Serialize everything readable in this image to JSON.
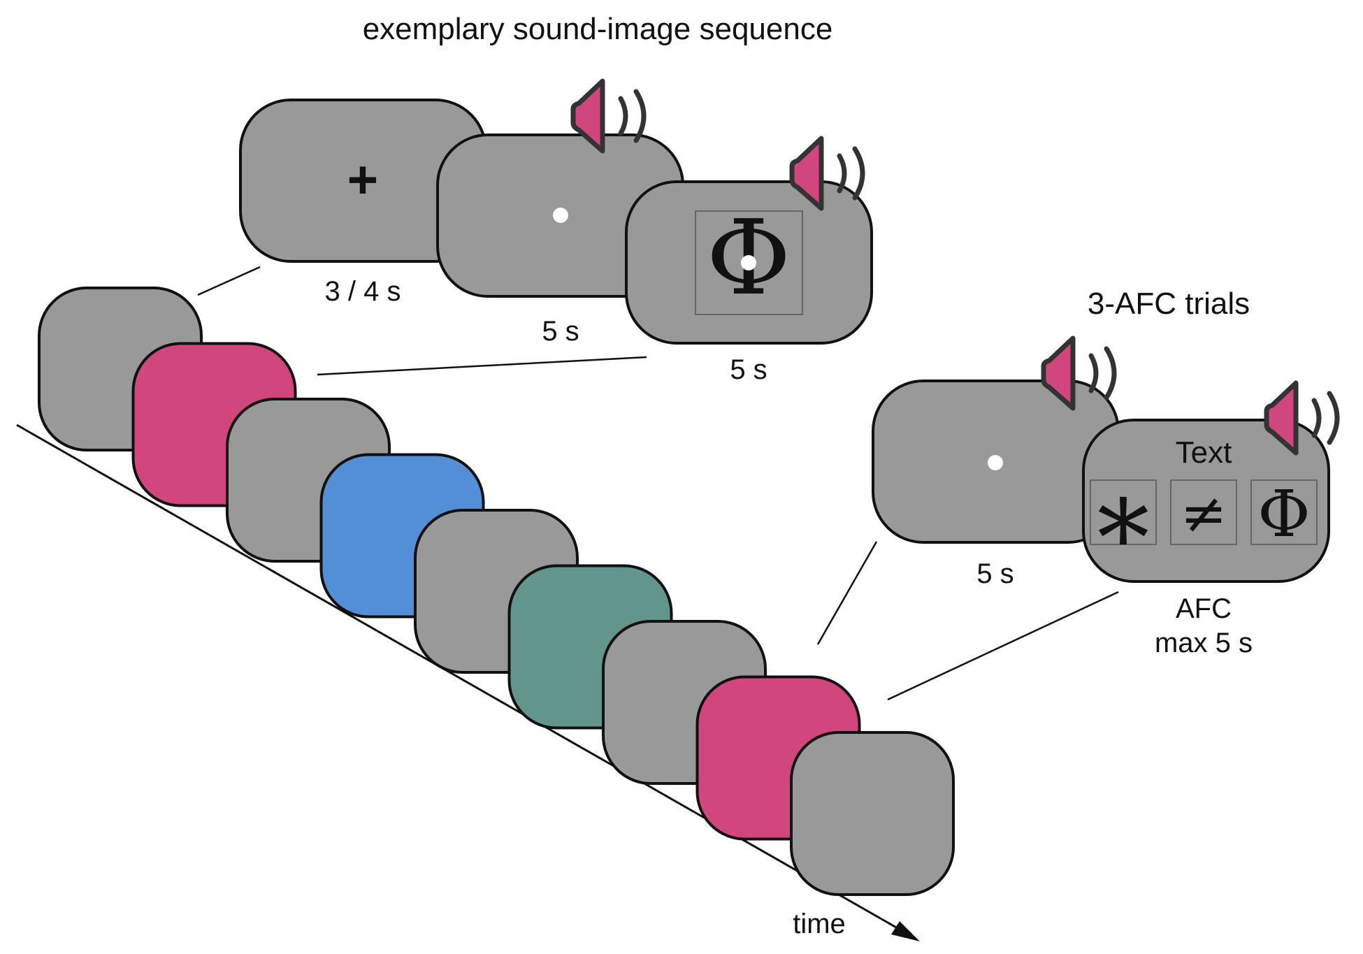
{
  "title": "exemplary sound-image sequence",
  "sequence": {
    "fixation_symbol": "+",
    "symbol_image": "Φ",
    "durations": [
      "3 / 4 s",
      "5 s",
      "5 s"
    ]
  },
  "afc": {
    "title": "3-AFC trials",
    "delay_label": "5 s",
    "prompt_text": "Text",
    "options": [
      "∗",
      "≠",
      "Φ"
    ],
    "duration_line1": "AFC",
    "duration_line2": "max 5 s"
  },
  "timeline": {
    "axis_label": "time",
    "screen_colors": [
      "#999999",
      "#D1467D",
      "#999999",
      "#528FD6",
      "#999999",
      "#62958C",
      "#999999",
      "#D1467D",
      "#999999"
    ]
  },
  "colors": {
    "gray_screen": "#999999",
    "pink": "#D1467D",
    "blue": "#528FD6",
    "teal": "#62958C",
    "outline": "#111111",
    "speaker_outline": "#333333"
  }
}
